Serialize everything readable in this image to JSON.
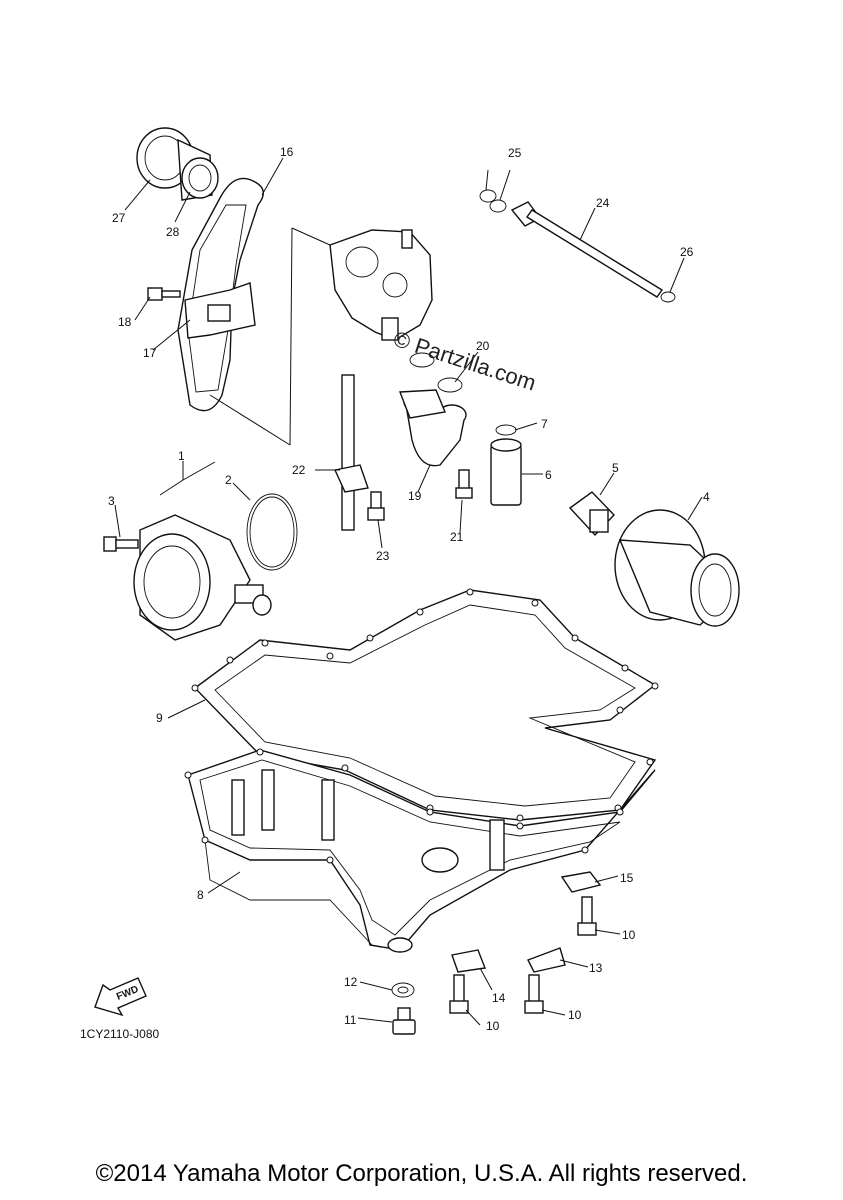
{
  "callouts": {
    "c1": "1",
    "c2": "2",
    "c3": "3",
    "c4": "4",
    "c5": "5",
    "c6": "6",
    "c7": "7",
    "c8": "8",
    "c9": "9",
    "c10a": "10",
    "c10b": "10",
    "c10c": "10",
    "c11": "11",
    "c12": "12",
    "c13": "13",
    "c14": "14",
    "c15": "15",
    "c16": "16",
    "c17": "17",
    "c18": "18",
    "c19": "19",
    "c20": "20",
    "c21": "21",
    "c22": "22",
    "c23": "23",
    "c24": "24",
    "c25": "25",
    "c26": "26",
    "c27": "27",
    "c28": "28"
  },
  "fwd_label": "FWD",
  "diagram_code": "1CY2110-J080",
  "watermark": "© Partzilla.com",
  "copyright": "©2014 Yamaha Motor Corporation, U.S.A. All rights reserved."
}
